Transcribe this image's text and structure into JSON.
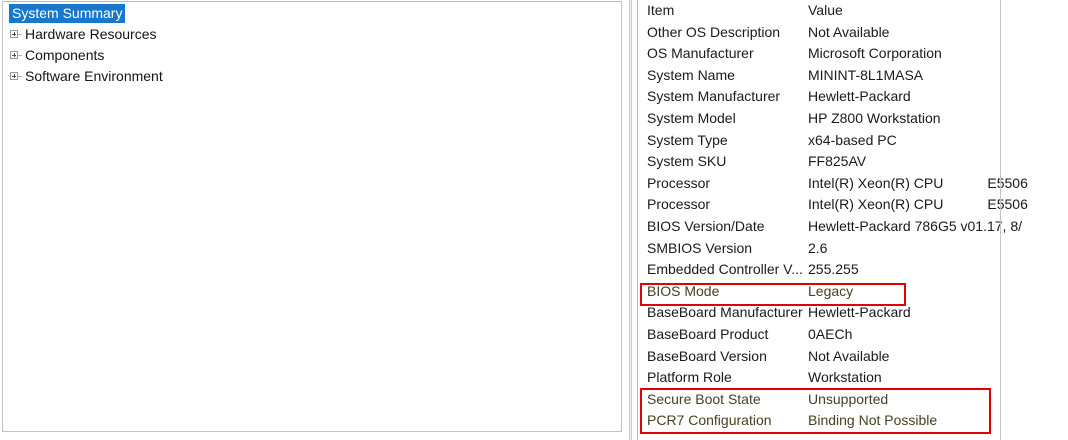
{
  "tree": {
    "items": [
      {
        "label": "System Summary",
        "selected": true,
        "expandable": false
      },
      {
        "label": "Hardware Resources",
        "selected": false,
        "expandable": true
      },
      {
        "label": "Components",
        "selected": false,
        "expandable": true
      },
      {
        "label": "Software Environment",
        "selected": false,
        "expandable": true
      }
    ],
    "selection_color": "#1878ce",
    "selection_text_color": "#ffffff"
  },
  "details": {
    "columns": {
      "item": "Item",
      "value": "Value"
    },
    "rows": [
      {
        "item": "Other OS Description",
        "value": "Not Available",
        "highlighted": false
      },
      {
        "item": "OS Manufacturer",
        "value": "Microsoft Corporation",
        "highlighted": false
      },
      {
        "item": "System Name",
        "value": "MININT-8L1MASA",
        "highlighted": false
      },
      {
        "item": "System Manufacturer",
        "value": "Hewlett-Packard",
        "highlighted": false
      },
      {
        "item": "System Model",
        "value": "HP Z800 Workstation",
        "highlighted": false
      },
      {
        "item": "System Type",
        "value": "x64-based PC",
        "highlighted": false
      },
      {
        "item": "System SKU",
        "value": "FF825AV",
        "highlighted": false
      },
      {
        "item": "Processor",
        "value": "Intel(R) Xeon(R) CPU",
        "value_tail": "E5506",
        "highlighted": false
      },
      {
        "item": "Processor",
        "value": "Intel(R) Xeon(R) CPU",
        "value_tail": "E5506",
        "highlighted": false
      },
      {
        "item": "BIOS Version/Date",
        "value": "Hewlett-Packard 786G5 v01.17, 8/",
        "highlighted": false
      },
      {
        "item": "SMBIOS Version",
        "value": "2.6",
        "highlighted": false
      },
      {
        "item": "Embedded Controller V...",
        "value": "255.255",
        "highlighted": false
      },
      {
        "item": "BIOS Mode",
        "value": "Legacy",
        "highlighted": true
      },
      {
        "item": "BaseBoard Manufacturer",
        "value": "Hewlett-Packard",
        "highlighted": false
      },
      {
        "item": "BaseBoard Product",
        "value": "0AECh",
        "highlighted": false
      },
      {
        "item": "BaseBoard Version",
        "value": "Not Available",
        "highlighted": false
      },
      {
        "item": "Platform Role",
        "value": "Workstation",
        "highlighted": false
      },
      {
        "item": "Secure Boot State",
        "value": "Unsupported",
        "highlighted": true
      },
      {
        "item": "PCR7 Configuration",
        "value": "Binding Not Possible",
        "highlighted": true
      }
    ]
  },
  "annotations": {
    "box_color": "#e00000",
    "boxes": [
      {
        "name": "bios-mode-highlight",
        "target": "BIOS Mode"
      },
      {
        "name": "secure-boot-highlight",
        "target": "Secure Boot State / PCR7 Configuration"
      }
    ]
  }
}
